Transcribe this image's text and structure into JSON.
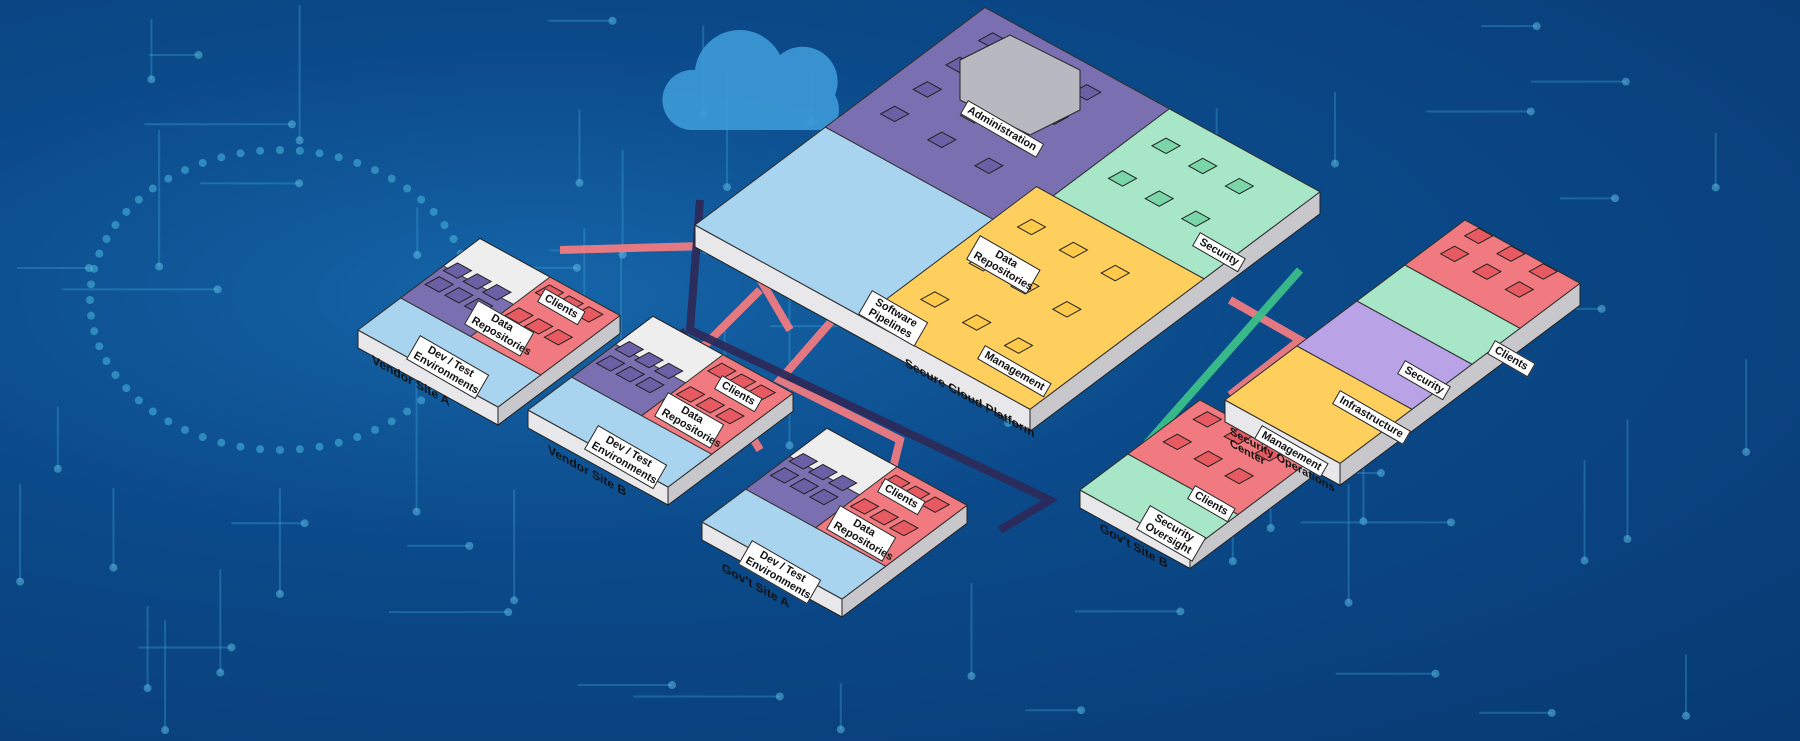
{
  "diagram": {
    "main_platform": {
      "label": "Secure Cloud Platform",
      "zones": {
        "administration": "Administration",
        "security": "Security",
        "data_repositories": "Data Repositories",
        "software_pipelines": "Software Pipelines",
        "management": "Management"
      }
    },
    "vendor_site_a": {
      "label": "Vendor Site A",
      "clients": "Clients",
      "data_repositories": "Data Repositories",
      "dev_test": "Dev / Test Environments"
    },
    "vendor_site_b": {
      "label": "Vendor Site B",
      "clients": "Clients",
      "data_repositories": "Data Repositories",
      "dev_test": "Dev / Test Environments"
    },
    "govt_site_a": {
      "label": "Gov't Site A",
      "clients": "Clients",
      "data_repositories": "Data Repositories",
      "dev_test": "Dev / Test Environments"
    },
    "govt_site_b": {
      "label": "Gov't Site B",
      "clients": "Clients",
      "security_oversight": "Security Oversight"
    },
    "soc": {
      "label": "Security Operations Center",
      "clients": "Clients",
      "security": "Security",
      "infrastructure": "Infrastructure",
      "management": "Management"
    },
    "colors": {
      "clients": "#f07a7f",
      "dev_test": "#a9d4f0",
      "data": "#7a6fb0",
      "management": "#ffcf5e",
      "security": "#a8e6c8",
      "infrastructure": "#b9a3e6",
      "cloud": "#4aa3dd"
    }
  }
}
